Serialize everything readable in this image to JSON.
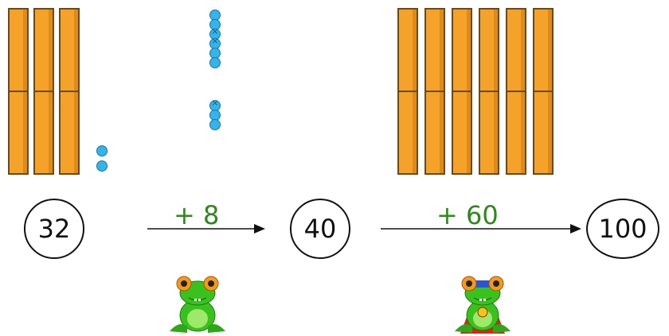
{
  "start": {
    "value": "32",
    "tens": 3,
    "ones": 2
  },
  "step_one": {
    "label": "+ 8",
    "ones_added": 8
  },
  "middle": {
    "value": "40"
  },
  "step_two": {
    "label": "+ 60",
    "tens_added": 6
  },
  "end": {
    "value": "100"
  },
  "icons": {
    "frog_one": "frog-icon",
    "frog_two": "superhero-frog-icon"
  },
  "colors": {
    "rod": "#f5a22b",
    "bead": "#34b4ea",
    "label": "#2c8a1b"
  }
}
